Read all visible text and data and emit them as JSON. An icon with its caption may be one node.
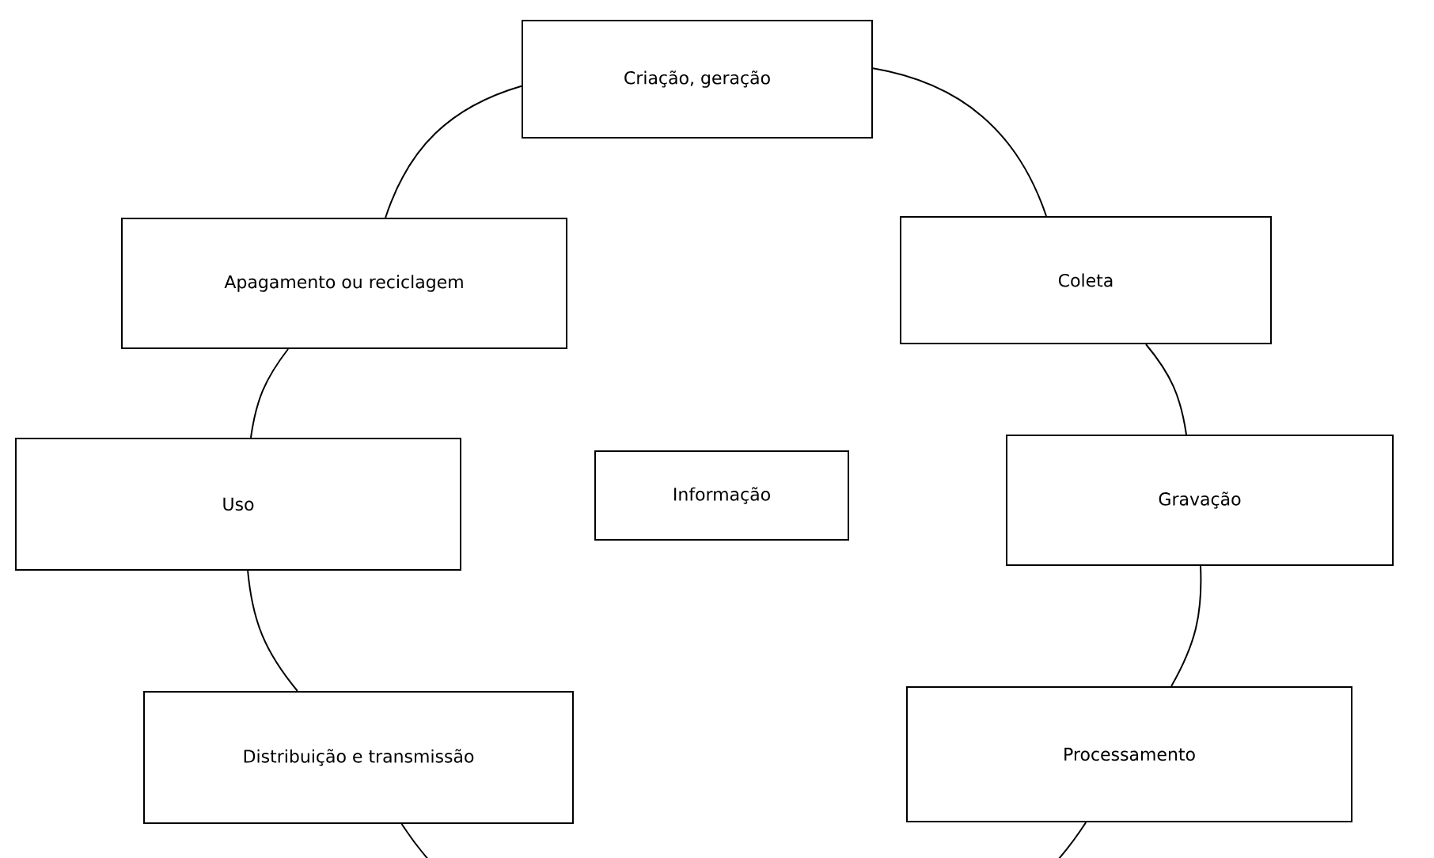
{
  "diagram": {
    "nodes": [
      {
        "text": [
          "Criação, geração"
        ]
      },
      {
        "text": [
          "Apagamento ou reciclagem"
        ]
      },
      {
        "text": [
          "Coleta"
        ]
      },
      {
        "text": [
          "Uso"
        ]
      },
      {
        "text": [
          "Informação"
        ]
      },
      {
        "text": [
          "Gravação"
        ]
      },
      {
        "text": [
          "Distribuição e transmissão"
        ]
      },
      {
        "text": [
          "Processamento"
        ]
      }
    ],
    "edges": [
      {
        "from": 0,
        "to": 2,
        "arrow": "none"
      },
      {
        "from": 2,
        "to": 5,
        "arrow": "none"
      },
      {
        "from": 5,
        "to": 7,
        "arrow": "none"
      },
      {
        "from": 7,
        "to": 6,
        "arrow": "none"
      },
      {
        "from": 6,
        "to": 3,
        "arrow": "none"
      },
      {
        "from": 3,
        "to": 1,
        "arrow": "none"
      },
      {
        "from": 1,
        "to": 0,
        "arrow": "none"
      }
    ]
  }
}
